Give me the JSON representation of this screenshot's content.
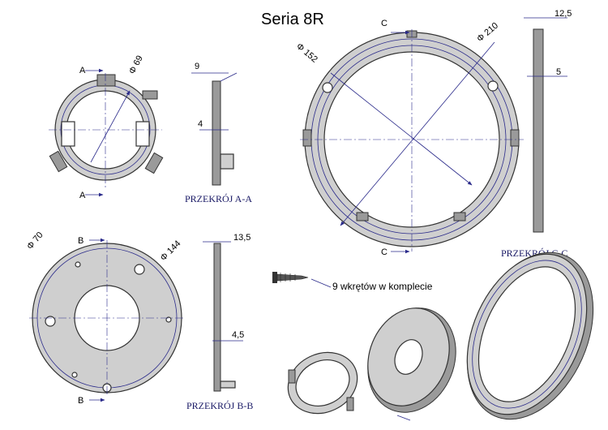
{
  "title": "Seria 8R",
  "sections": {
    "a": {
      "label": "A",
      "caption": "PRZEKRÓJ A-A",
      "diameter": "Φ 69",
      "dim_top": "9",
      "dim_mid": "4"
    },
    "b": {
      "label": "B",
      "caption": "PRZEKRÓJ B-B",
      "diameter_left": "Φ 70",
      "diameter_right": "Φ 144",
      "dim_top": "13,5",
      "dim_mid": "4,5"
    },
    "c": {
      "label": "C",
      "caption": "PRZEKRÓJ C-C",
      "diameter_left": "Φ 152",
      "diameter_right": "Φ 210",
      "dim_top": "12,5",
      "dim_mid": "5"
    }
  },
  "screw_note": "9 wkrętów w komplecie",
  "colors": {
    "line": "#2a2a8a",
    "part": "#cfcfcf",
    "caption": "#1a1a66"
  }
}
